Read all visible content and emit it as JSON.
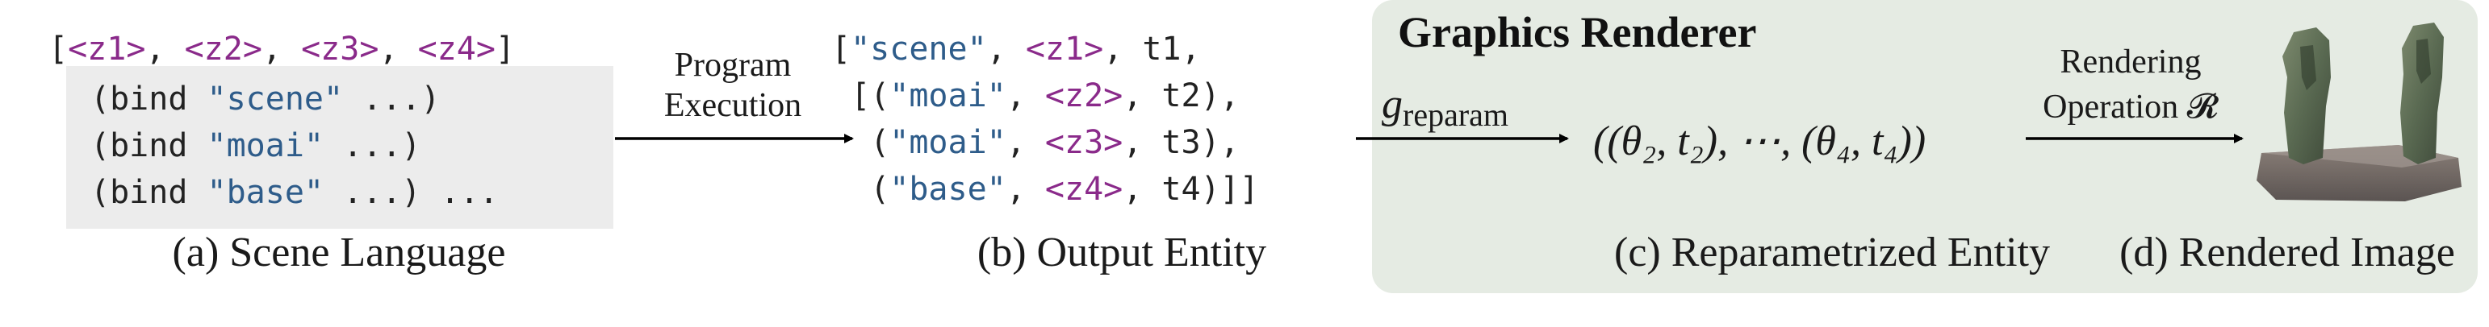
{
  "colors": {
    "token_purple": "#8a2a8a",
    "token_blue": "#2e5c8a",
    "code_box_bg": "#ececec",
    "renderer_panel_bg": "#e5ebe3",
    "text": "#1a1a1a",
    "arrow": "#000000"
  },
  "scene_language": {
    "latent_list": {
      "open": "[",
      "tokens": [
        "<z1>",
        "<z2>",
        "<z3>",
        "<z4>"
      ],
      "sep": ", ",
      "close": "]"
    },
    "bind_lines": [
      {
        "prefix": "(bind ",
        "name": "\"scene\"",
        "suffix": " ...)"
      },
      {
        "prefix": "(bind ",
        "name": "\"moai\"",
        "suffix": " ...)"
      },
      {
        "prefix": "(bind ",
        "name": "\"base\"",
        "suffix": " ...) ..."
      }
    ],
    "caption": "(a) Scene Language"
  },
  "program_execution": {
    "line1": "Program",
    "line2": "Execution"
  },
  "output_entity": {
    "lines": [
      [
        {
          "t": "[",
          "c": "dark"
        },
        {
          "t": "\"scene\"",
          "c": "blue"
        },
        {
          "t": ", ",
          "c": "dark"
        },
        {
          "t": "<z1>",
          "c": "purple"
        },
        {
          "t": ", t1,",
          "c": "dark"
        }
      ],
      [
        {
          "t": " [(",
          "c": "dark"
        },
        {
          "t": "\"moai\"",
          "c": "blue"
        },
        {
          "t": ", ",
          "c": "dark"
        },
        {
          "t": "<z2>",
          "c": "purple"
        },
        {
          "t": ", t2),",
          "c": "dark"
        }
      ],
      [
        {
          "t": "  (",
          "c": "dark"
        },
        {
          "t": "\"moai\"",
          "c": "blue"
        },
        {
          "t": ", ",
          "c": "dark"
        },
        {
          "t": "<z3>",
          "c": "purple"
        },
        {
          "t": ", t3),",
          "c": "dark"
        }
      ],
      [
        {
          "t": "  (",
          "c": "dark"
        },
        {
          "t": "\"base\"",
          "c": "blue"
        },
        {
          "t": ", ",
          "c": "dark"
        },
        {
          "t": "<z4>",
          "c": "purple"
        },
        {
          "t": ", t4)]]",
          "c": "dark"
        }
      ]
    ],
    "caption": "(b) Output Entity"
  },
  "graphics_renderer": {
    "title": "Graphics Renderer",
    "greparam": {
      "g": "g",
      "sub": "reparam"
    },
    "entity_formula": "((θ₂, t₂), ⋯, (θ₄, t₄))",
    "reparam_caption": "(c) Reparametrized Entity",
    "rendering_line1": "Rendering",
    "rendering_line2": "Operation 𝓡",
    "image_caption": "(d) Rendered Image"
  }
}
